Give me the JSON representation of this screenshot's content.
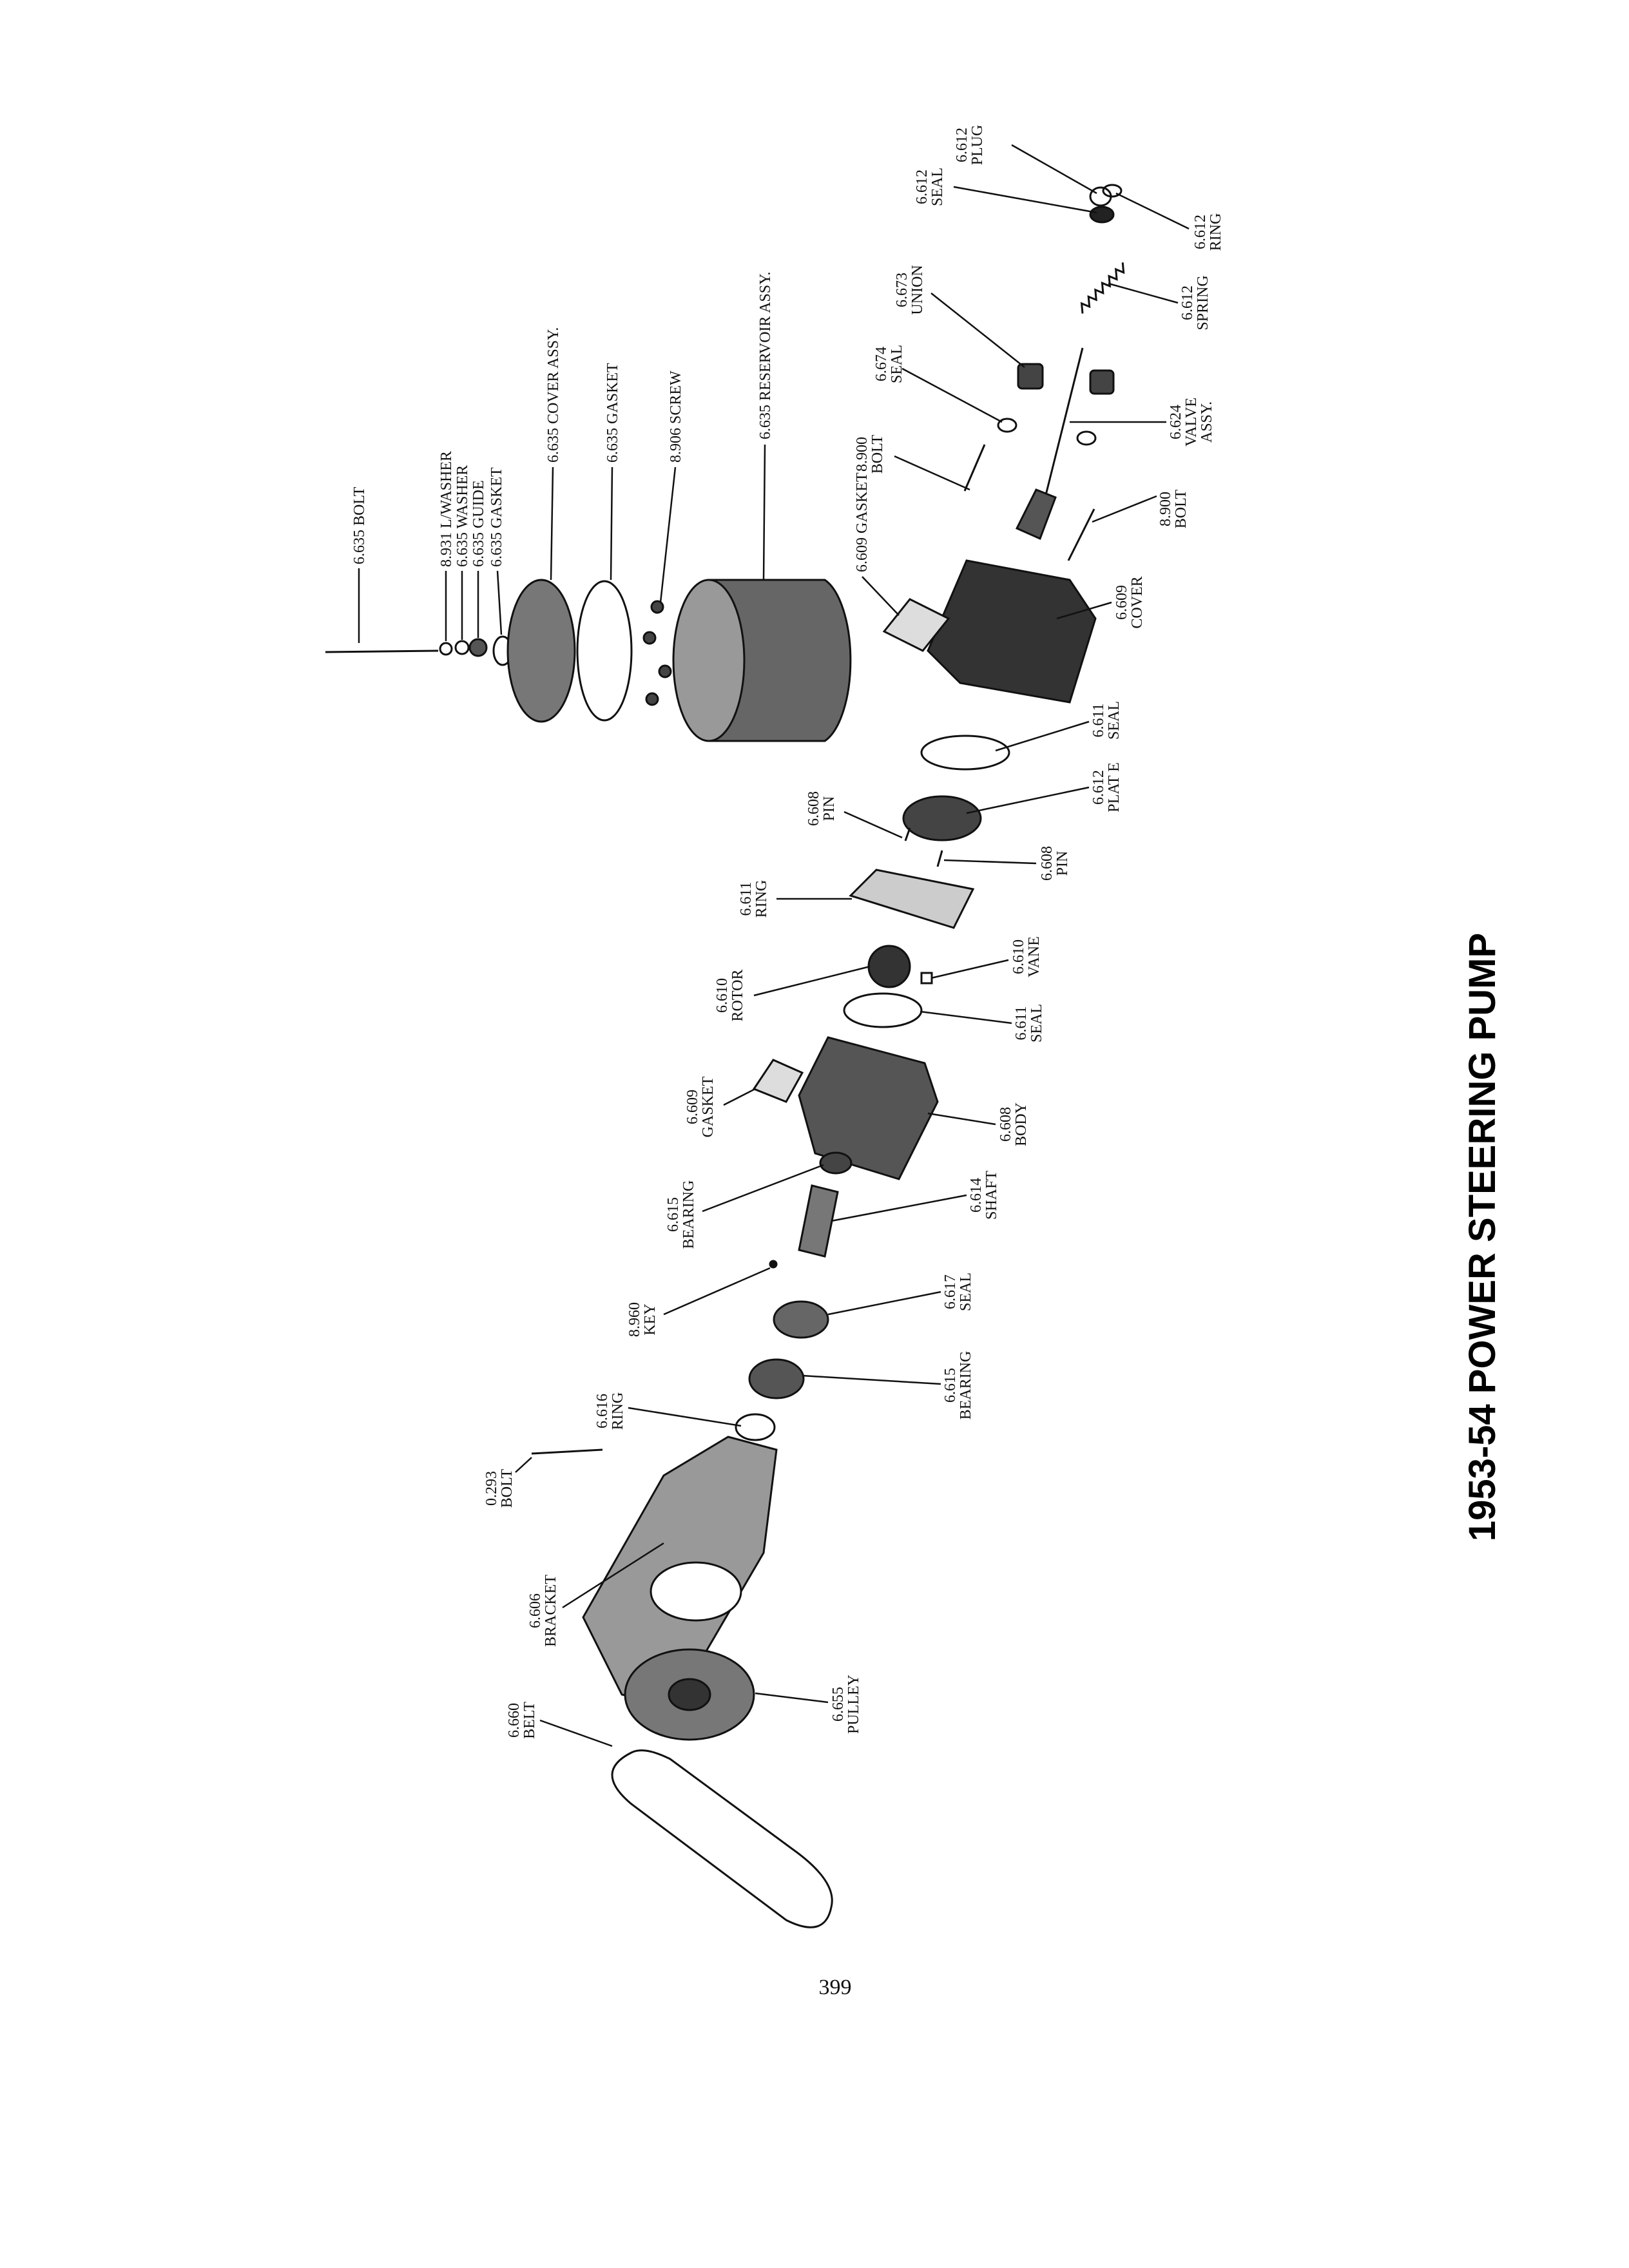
{
  "title": "1953-54 POWER STEERING PUMP",
  "page_number": "399",
  "labels": [
    {
      "id": "p0",
      "num": "6.612",
      "name": "PLUG"
    },
    {
      "id": "p1",
      "num": "6.612",
      "name": "SEAL"
    },
    {
      "id": "p2",
      "num": "6.612",
      "name": "RING"
    },
    {
      "id": "p3",
      "num": "6.673",
      "name": "UNION"
    },
    {
      "id": "p4",
      "num": "6.612",
      "name": "SPRING"
    },
    {
      "id": "p5",
      "num": "6.674",
      "name": "SEAL"
    },
    {
      "id": "p6",
      "num": "6.624",
      "name": "VALVE",
      "extra": "ASSY."
    },
    {
      "id": "p7",
      "num": "8.900",
      "name": "BOLT"
    },
    {
      "id": "p8",
      "num": "8.900",
      "name": "BOLT"
    },
    {
      "id": "p9",
      "num": "6.635",
      "name": "BOLT"
    },
    {
      "id": "p10",
      "num": "8.931",
      "name": "L/WASHER"
    },
    {
      "id": "p11",
      "num": "6.635",
      "name": "WASHER"
    },
    {
      "id": "p12",
      "num": "6.635",
      "name": "GUIDE"
    },
    {
      "id": "p13",
      "num": "6.635",
      "name": "GASKET"
    },
    {
      "id": "p14",
      "num": "6.635",
      "name": "COVER ASSY."
    },
    {
      "id": "p15",
      "num": "6.635",
      "name": "GASKET"
    },
    {
      "id": "p16",
      "num": "8.906",
      "name": "SCREW"
    },
    {
      "id": "p17",
      "num": "6.635",
      "name": "RESERVOIR ASSY."
    },
    {
      "id": "p18",
      "num": "6.609",
      "name": "GASKET"
    },
    {
      "id": "p19",
      "num": "6.609",
      "name": "COVER"
    },
    {
      "id": "p20",
      "num": "6.611",
      "name": "SEAL"
    },
    {
      "id": "p21",
      "num": "6.612",
      "name": "PLAT E"
    },
    {
      "id": "p22",
      "num": "6.608",
      "name": "PIN"
    },
    {
      "id": "p23",
      "num": "6.608",
      "name": "PIN"
    },
    {
      "id": "p24",
      "num": "6.611",
      "name": "RING"
    },
    {
      "id": "p25",
      "num": "6.610",
      "name": "VANE"
    },
    {
      "id": "p26",
      "num": "6.610",
      "name": "ROTOR"
    },
    {
      "id": "p27",
      "num": "6.611",
      "name": "SEAL"
    },
    {
      "id": "p28",
      "num": "6.609",
      "name": "GASKET"
    },
    {
      "id": "p29",
      "num": "6.608",
      "name": "BODY"
    },
    {
      "id": "p30",
      "num": "6.615",
      "name": "BEARING"
    },
    {
      "id": "p31",
      "num": "6.614",
      "name": "SHAFT"
    },
    {
      "id": "p32",
      "num": "8.960",
      "name": "KEY"
    },
    {
      "id": "p33",
      "num": "6.617",
      "name": "SEAL"
    },
    {
      "id": "p34",
      "num": "6.615",
      "name": "BEARING"
    },
    {
      "id": "p35",
      "num": "6.616",
      "name": "RING"
    },
    {
      "id": "p36",
      "num": "0.293",
      "name": "BOLT"
    },
    {
      "id": "p37",
      "num": "6.606",
      "name": "BRACKET"
    },
    {
      "id": "p38",
      "num": "6.655",
      "name": "PULLEY"
    },
    {
      "id": "p39",
      "num": "6.660",
      "name": "BELT"
    }
  ]
}
